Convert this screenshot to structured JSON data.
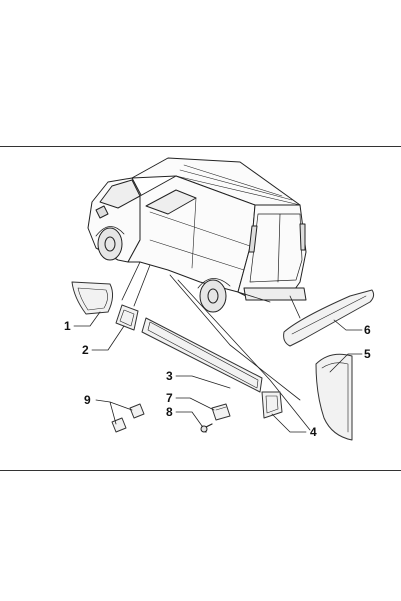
{
  "diagram": {
    "callouts": [
      {
        "id": "c1",
        "text": "1"
      },
      {
        "id": "c2",
        "text": "2"
      },
      {
        "id": "c3",
        "text": "3"
      },
      {
        "id": "c4",
        "text": "4"
      },
      {
        "id": "c5",
        "text": "5"
      },
      {
        "id": "c6",
        "text": "6"
      },
      {
        "id": "c7",
        "text": "7"
      },
      {
        "id": "c8",
        "text": "8"
      },
      {
        "id": "c9",
        "text": "9"
      }
    ],
    "line_color": "#222222",
    "part_fill": "#f2f2f2",
    "part_stroke": "#333333"
  }
}
